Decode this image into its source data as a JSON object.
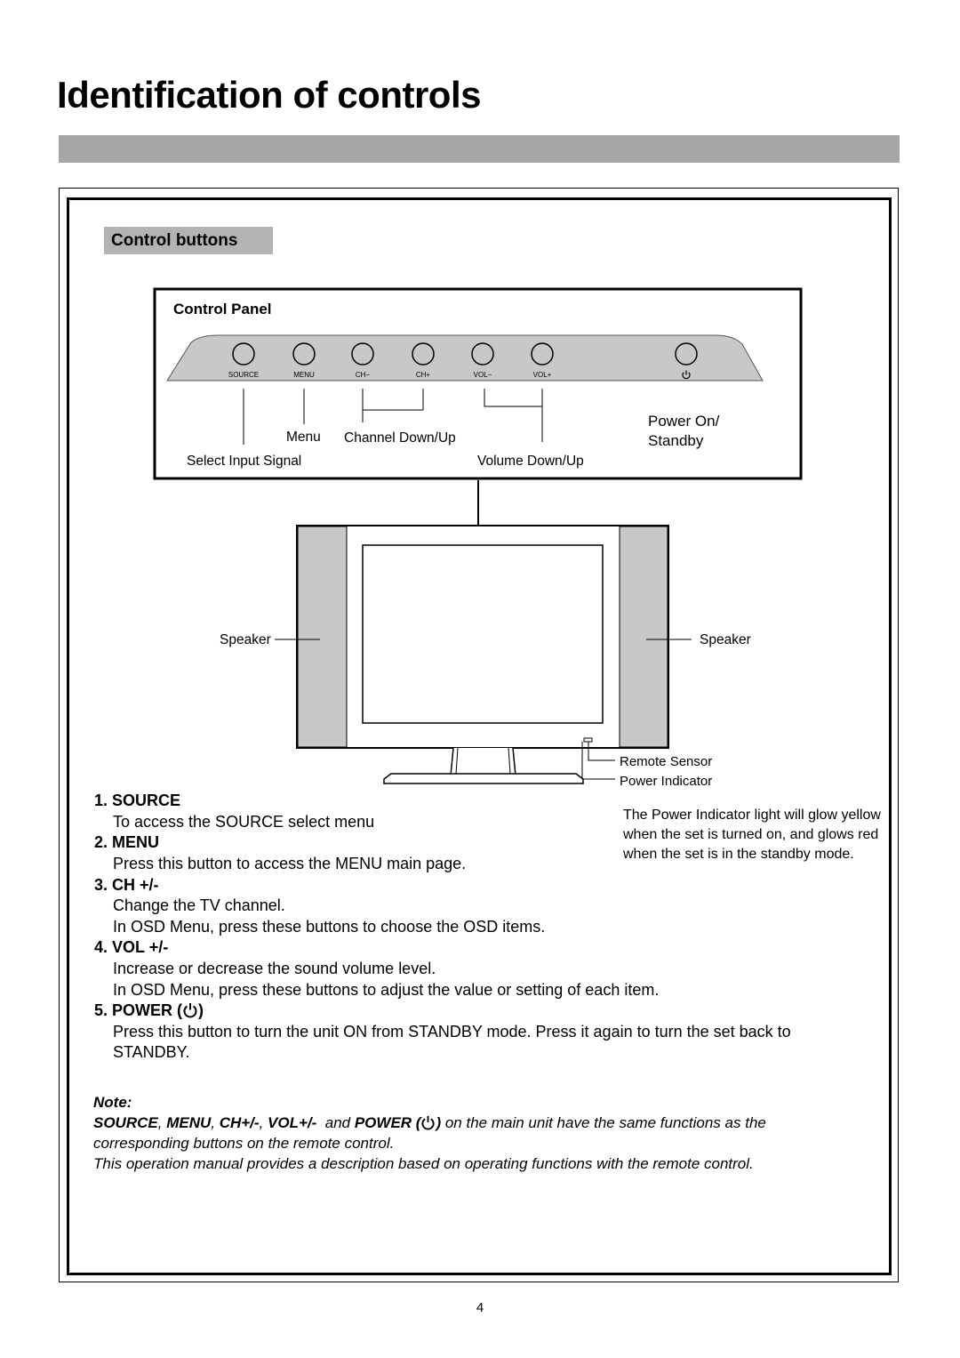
{
  "title": "Identification of controls",
  "section_heading": "Control buttons",
  "control_panel": {
    "label": "Control Panel",
    "buttons": [
      "SOURCE",
      "MENU",
      "CH−",
      "CH+",
      "VOL−",
      "VOL+"
    ],
    "power_icon": "power-icon",
    "callouts": {
      "menu": "Menu",
      "channel": "Channel Down/Up",
      "power_on": "Power On/",
      "standby": "Standby",
      "select_input": "Select Input Signal",
      "volume": "Volume Down/Up"
    }
  },
  "tv": {
    "speaker_left": "Speaker",
    "speaker_right": "Speaker",
    "remote_sensor": "Remote Sensor",
    "power_indicator": "Power Indicator"
  },
  "items": [
    {
      "title": "1. SOURCE",
      "lines": [
        "To access the SOURCE select menu"
      ]
    },
    {
      "title": "2. MENU",
      "lines": [
        "Press this button to access the MENU main page."
      ]
    },
    {
      "title": "3. CH +/-",
      "lines": [
        "Change the TV channel.",
        "In OSD Menu, press these buttons to choose the OSD items."
      ]
    },
    {
      "title": "4. VOL +/-",
      "lines": [
        "Increase or decrease the sound volume level.",
        "In OSD Menu, press these buttons to adjust the value or setting of each item."
      ]
    },
    {
      "title_prefix": "5. POWER (",
      "title_suffix": ")",
      "lines": [
        "Press this button to turn the unit ON from STANDBY mode. Press it again to turn the set back to",
        "STANDBY."
      ]
    }
  ],
  "power_indicator_note": "The Power Indicator light will glow yellow when the set is turned on, and glows red when the set is in the standby mode.",
  "note": {
    "label": "Note:",
    "source": "SOURCE",
    "sep1": ", ",
    "menu": "MENU",
    "sep2": ", ",
    "ch": "CH+/-",
    "sep3": ", ",
    "vol": "VOL+/-",
    "and": "  and ",
    "power_prefix": "POWER (",
    "power_suffix": ")",
    "rest": " on the main unit have the same functions as the",
    "line2": "corresponding buttons on the remote control.",
    "line3": "This operation manual provides a description based on operating functions with the remote control."
  },
  "page_number": "4"
}
